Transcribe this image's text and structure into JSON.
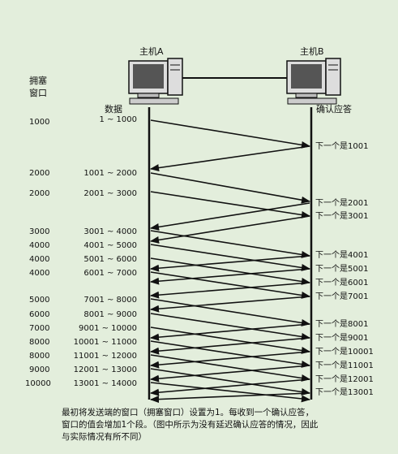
{
  "hosts": {
    "a": "主机A",
    "b": "主机B"
  },
  "headers": {
    "cwnd_line1": "拥塞",
    "cwnd_line2": "窗口",
    "data": "数据",
    "ack": "确认应答"
  },
  "cwnd": [
    "1000",
    "2000",
    "2000",
    "3000",
    "4000",
    "4000",
    "4000",
    "5000",
    "6000",
    "7000",
    "8000",
    "8000",
    "9000",
    "10000"
  ],
  "segments": [
    "1 ~ 1000",
    "1001 ~ 2000",
    "2001 ~ 3000",
    "3001 ~ 4000",
    "4001 ~ 5000",
    "5001 ~ 6000",
    "6001 ~ 7000",
    "7001 ~ 8000",
    "8001 ~ 9000",
    "9001 ~ 10000",
    "10001 ~ 11000",
    "11001 ~ 12000",
    "12001 ~ 13000",
    "13001 ~ 14000"
  ],
  "acks": [
    "下一个是1001",
    "下一个是2001",
    "下一个是3001",
    "下一个是4001",
    "下一个是5001",
    "下一个是6001",
    "下一个是7001",
    "下一个是8001",
    "下一个是9001",
    "下一个是10001",
    "下一个是11001",
    "下一个是12001",
    "下一个是13001"
  ],
  "caption": [
    "最初将发送端的窗口（拥塞窗口）设置为1。每收到一个确认应答，",
    "窗口的值会增加1个段。（图中所示为没有延迟确认应答的情况，因此",
    "与实际情况有所不同）"
  ]
}
